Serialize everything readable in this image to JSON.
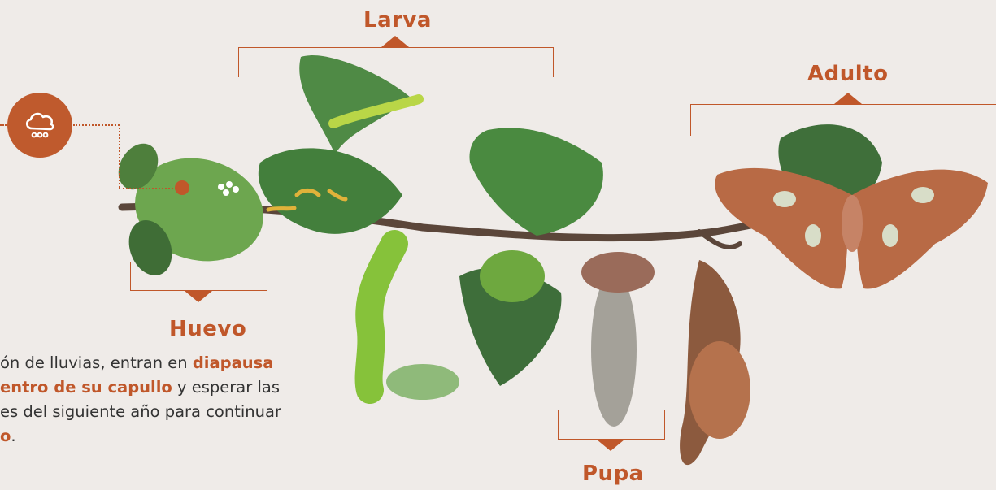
{
  "stages": {
    "larva": "Larva",
    "adulto": "Adulto",
    "huevo": "Huevo",
    "pupa": "Pupa"
  },
  "icons": {
    "rain": "rain-cloud-icon"
  },
  "colors": {
    "accent": "#c0572a",
    "background": "#efebe8",
    "leaf": "#4f8a3a",
    "branch": "#5b463a"
  },
  "description": {
    "line1_a": "ón de lluvias, entran en ",
    "line1_b": "diapausa",
    "line2_a": "entro de su capullo",
    "line2_b": " y esperar las",
    "line3": "es del siguiente año para continuar",
    "line4_a": "o",
    "line4_b": "."
  }
}
